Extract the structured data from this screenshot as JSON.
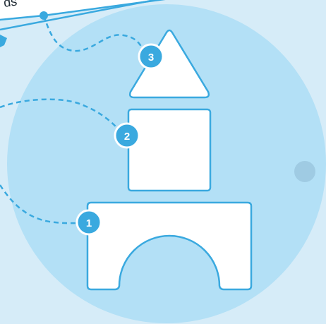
{
  "banner": {
    "text": "ds"
  },
  "steps": [
    {
      "number": "1",
      "shape": "arch block"
    },
    {
      "number": "2",
      "shape": "square block"
    },
    {
      "number": "3",
      "shape": "triangle block"
    }
  ],
  "colors": {
    "background": "#d6ecf8",
    "circle": "#b3e0f6",
    "accent": "#3aa9df",
    "block_fill": "#ffffff",
    "side_dot": "#9fcbe3"
  }
}
